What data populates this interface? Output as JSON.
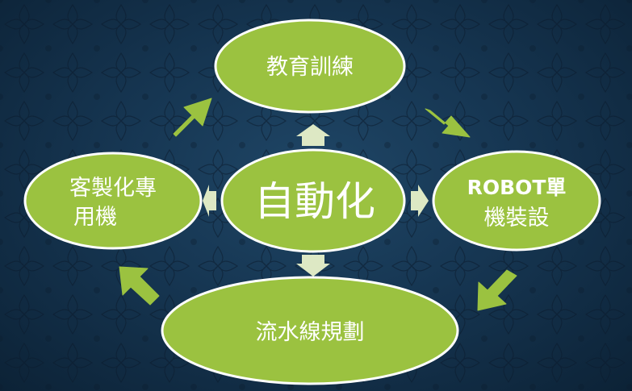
{
  "diagram": {
    "center": {
      "label": "自動化"
    },
    "nodes": {
      "top": {
        "label": "教育訓練"
      },
      "right": {
        "line1": "ROBOT單",
        "line2": "機裝設"
      },
      "bottom": {
        "label": "流水線規劃"
      },
      "left": {
        "line1": "客製化專",
        "line2": "用機"
      }
    }
  },
  "colors": {
    "background": "#163652",
    "node_fill": "#9bc240",
    "node_stroke": "#ffffff",
    "outer_arrow": "#9bc240",
    "inner_arrow": "#dde8c4",
    "text": "#ffffff"
  }
}
